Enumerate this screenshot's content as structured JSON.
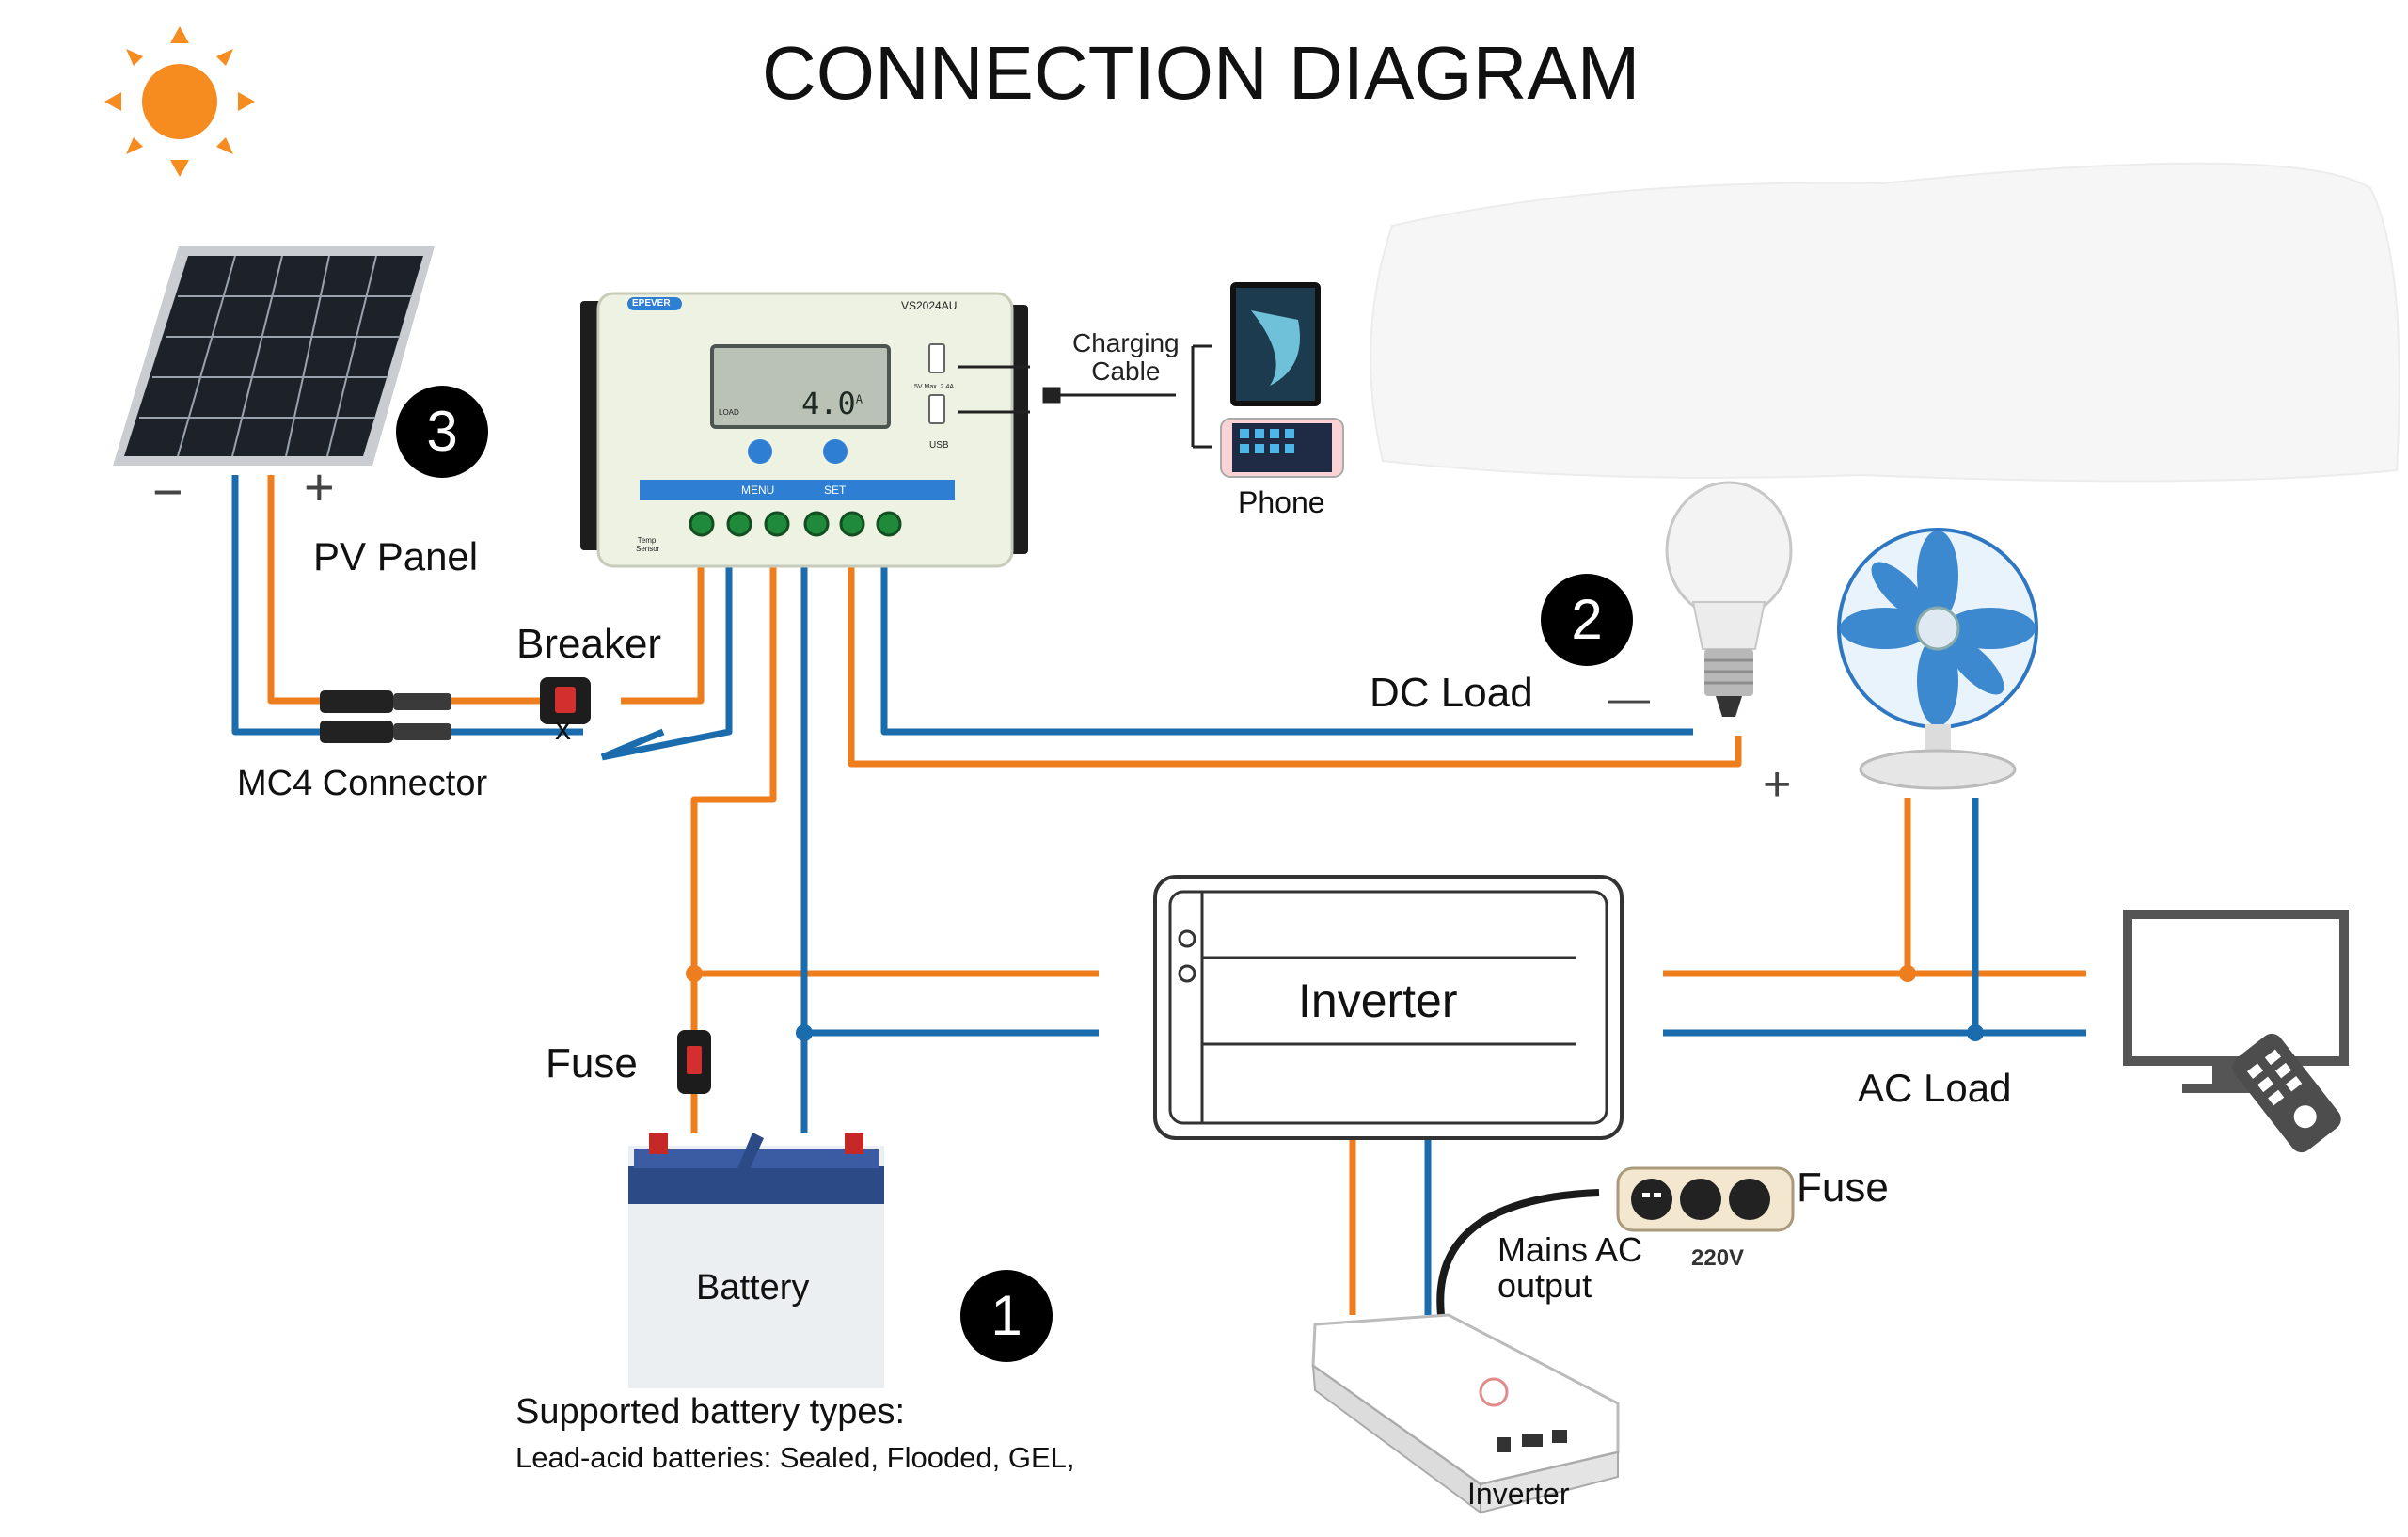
{
  "title": "CONNECTION DIAGRAM",
  "labels": {
    "pv_panel": "PV Panel",
    "breaker": "Breaker",
    "mc4_connector": "MC4 Connector",
    "fuse_battery": "Fuse",
    "battery": "Battery",
    "charging_cable_line1": "Charging",
    "charging_cable_line2": "Cable",
    "phone": "Phone",
    "dc_load": "DC Load",
    "inverter_box": "Inverter",
    "ac_load": "AC Load",
    "fuse_outlet": "Fuse",
    "voltage": "220V",
    "mains_ac_line1": "Mains AC",
    "mains_ac_line2": "output",
    "inverter_unit": "Inverter",
    "battery_types_heading": "Supported battery types:",
    "battery_types_list": "Lead-acid batteries: Sealed, Flooded, GEL,"
  },
  "controller": {
    "brand": "EPEVER",
    "model": "VS2024AU",
    "lcd_reading": "4.0",
    "lcd_unit": "A",
    "lcd_load": "LOAD",
    "menu_label": "MENU",
    "set_label": "SET",
    "usb_label": "USB",
    "usb_spec": "5V  Max. 2.4A",
    "temp_sensor_line1": "Temp.",
    "temp_sensor_line2": "Sensor"
  },
  "markers": {
    "one": "1",
    "two": "2",
    "three": "3",
    "pv_minus": "−",
    "pv_plus": "+",
    "dc_minus": "—",
    "dc_plus": "+",
    "breaker_x": "x"
  },
  "colors": {
    "positive_wire": "#ee7d1d",
    "negative_wire": "#1a6cad",
    "sun": "#f68b1f",
    "controller_panel": "#f2f5e8",
    "controller_accent": "#2e7fd4"
  }
}
